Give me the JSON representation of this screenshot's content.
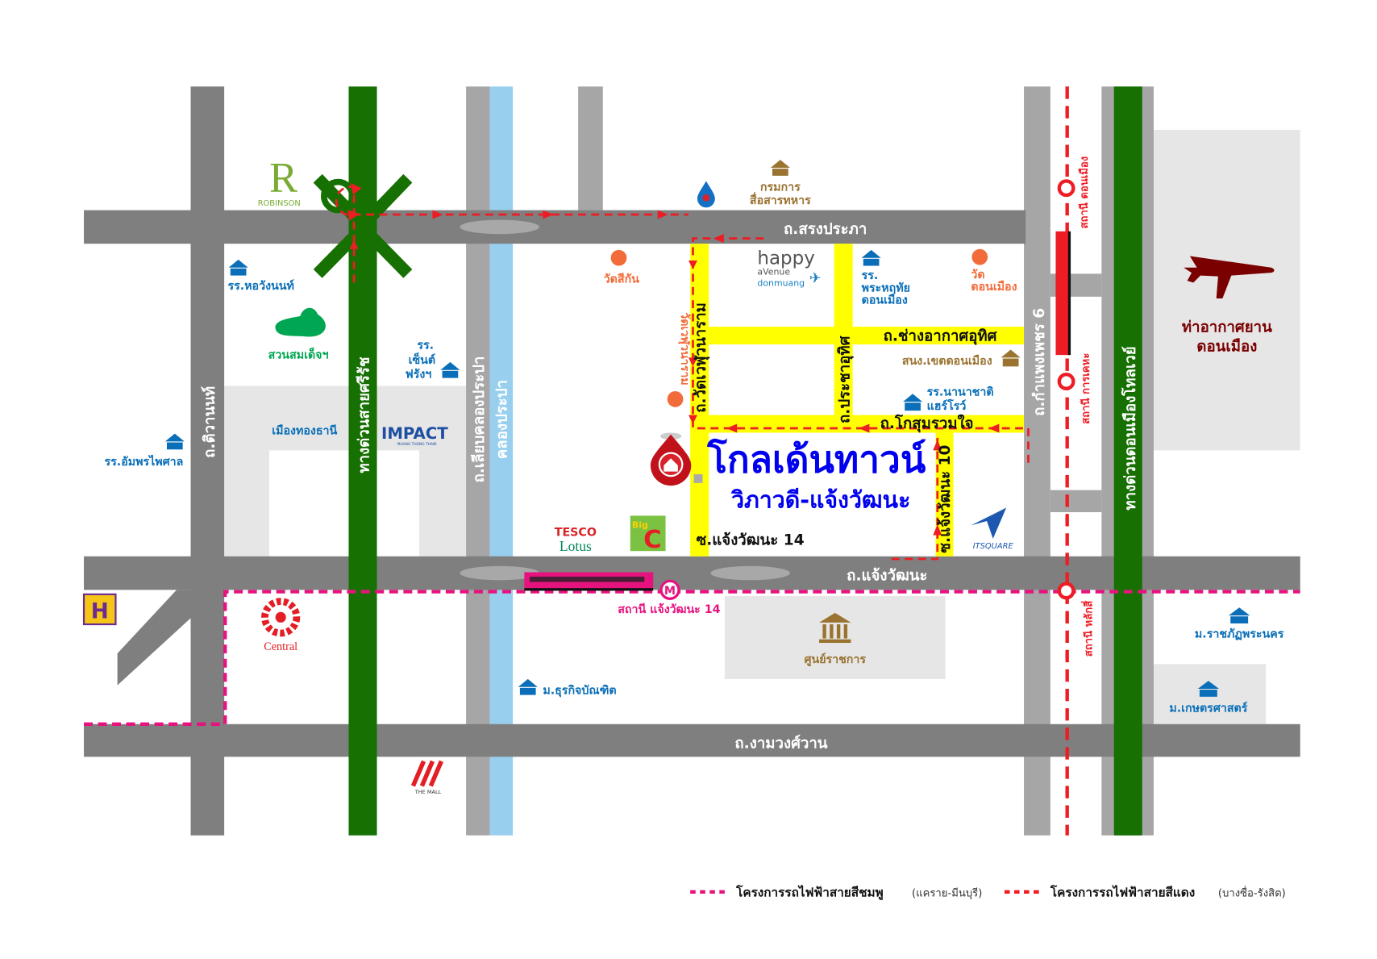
{
  "colors": {
    "road": "#7f7f7f",
    "minor_road": "#a6a6a6",
    "expressway": "#167002",
    "canal": "#99cfee",
    "soi": "#ffff00",
    "pink_line": "#e6137f",
    "red_line": "#ee1c24",
    "project": "#0000ee",
    "airport": "#7a0000"
  },
  "project": {
    "name": "โกลเด้นทาวน์",
    "subtitle": "วิภาวดี-แจ้งวัฒนะ",
    "icon": "home-pin-icon"
  },
  "roads": {
    "songprapa": "ถ.สรงประภา",
    "chaengwattana": "ถ.แจ้งวัฒนะ",
    "ngamwongwan": "ถ.งามวงศ์วาน",
    "tiwanon": "ถ.ติวานนท์",
    "sirat": "ทางด่วนสายศรีรัช",
    "khlong_prapa_road": "ถ.เลียบคลองประปา",
    "khlong_prapa": "คลองประปา",
    "kamphaengphet6": "ถ.กำแพงเพชร 6",
    "donmueang_tollway": "ทางด่วนดอนเมืองโทลเวย์",
    "wat_weluwanaram": "ถ.วัดเวฬุวนาราม",
    "chang_akat": "ถ.ช่างอากาศอุทิศ",
    "pracha_uthit": "ถ.ประชาอุทิศ",
    "kosum_ruam_chai": "ถ.โกสุมรวมใจ",
    "soi_10": "ซ.แจ้งวัฒนะ 10",
    "soi_14": "ซ.แจ้งวัฒนะ 14"
  },
  "places": {
    "robinson": "ROBINSON",
    "signal_dept": "กรมการ\nสื่อสารทหาร",
    "signal_dept_l1": "กรมการ",
    "signal_dept_l2": "สื่อสารทหาร",
    "wat_si_kan": "วัดสีกัน",
    "happy_avenue_1": "happy",
    "happy_avenue_2": "aVenue",
    "happy_avenue_3": "donmuang",
    "sacred_heart_1": "รร.",
    "sacred_heart_2": "พระหฤทัย",
    "sacred_heart_3": "ดอนเมือง",
    "wat_don_mueang_1": "วัด",
    "wat_don_mueang_2": "ดอนเมือง",
    "wat_weluwanaram": "วัดเวฬุวนาราม",
    "don_mueang_district": "สนง.เขตดอนเมือง",
    "heroes_school_1": "รร.นานาชาติ",
    "heroes_school_2": "แฮร์โรว์",
    "ho_wang": "รร.หอวังนนท์",
    "park": "สวนสมเด็จฯ",
    "st_francis_1": "รร.",
    "st_francis_2": "เซ็นต์",
    "st_francis_3": "ฟรังฯ",
    "muang_thong": "เมืองทองธานี",
    "impact": "IMPACT",
    "impact_sub": "MUANG THONG THANI",
    "amporn": "รร.อัมพรไพศาล",
    "tesco_1": "TESCO",
    "tesco_2": "Lotus",
    "bigc_1": "Big",
    "bigc_2": "C",
    "it_square": "ITSQUARE",
    "pink_station": "สถานี แจ้งวัฒนะ 14",
    "government_center": "ศูนย์ราชการ",
    "dhurakij": "ม.ธุรกิจบัณฑิต",
    "central": "Central",
    "the_mall": "THE MALL",
    "hollywood": "H",
    "airport_1": "ท่าอากาศยาน",
    "airport_2": "ดอนเมือง",
    "rajabhat": "ม.ราชภัฏพระนคร",
    "kasetsart": "ม.เกษตรศาสตร์",
    "station_don_mueang": "สถานี ดอนเมือง",
    "station_kan_kheha": "สถานี การเคหะ",
    "station_lak_si": "สถานี หลักสี่",
    "metro_badge": "M"
  },
  "legend": [
    {
      "label": "โครงการรถไฟฟ้าสายสีชมพู",
      "note": "(แคราย-มีนบุรี)",
      "color": "#e6137f"
    },
    {
      "label": "โครงการรถไฟฟ้าสายสีแดง",
      "note": "(บางซื่อ-รังสิต)",
      "color": "#ee1c24"
    }
  ]
}
